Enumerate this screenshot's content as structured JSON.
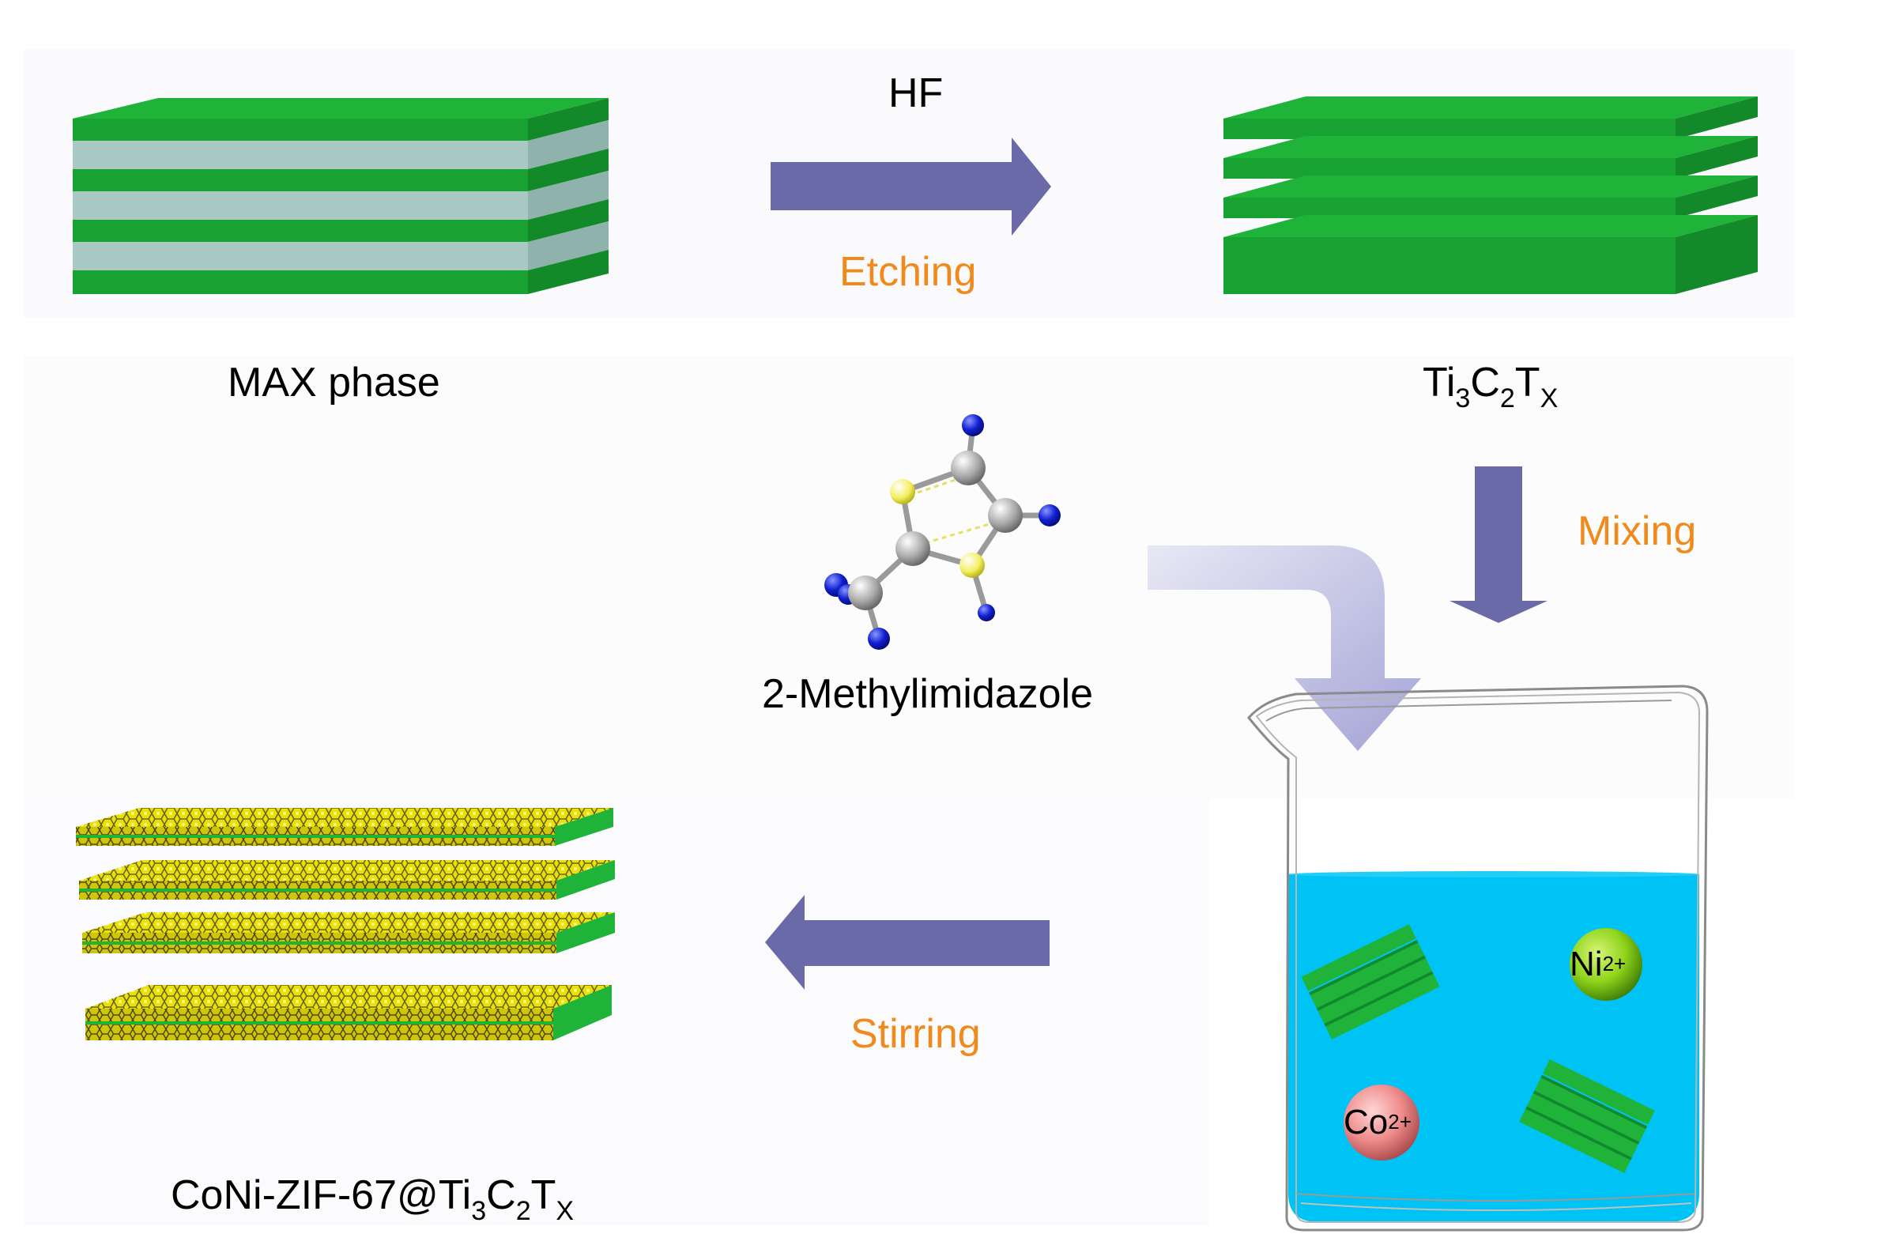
{
  "colors": {
    "sheet_green": "#1fb33a",
    "sheet_green_dark": "#138a2a",
    "interlayer_grey": "#a8c7c2",
    "arrow": "#6a6aa8",
    "step_label": "#f08a1c",
    "water": "#00c3f5",
    "zif_yellow": "#f2ea1a",
    "carbon_grey": "#a5a5a5",
    "nitrogen_blue": "#0a14c8",
    "sulfur_yellow": "#f4f06a",
    "ni_ion": "#8fd41a",
    "co_ion": "#f09090"
  },
  "steps": {
    "reagent_hf": "HF",
    "etching": "Etching",
    "mixing": "Mixing",
    "stirring": "Stirring"
  },
  "materials": {
    "max_phase": "MAX phase",
    "mxene": {
      "a": "Ti",
      "s1": "3",
      "b": "C",
      "s2": "2",
      "c": "T",
      "s3": "X"
    },
    "linker": "2-Methylimidazole",
    "composite": {
      "prefix": "CoNi-ZIF-67@Ti",
      "s1": "3",
      "b": "C",
      "s2": "2",
      "c": "T",
      "s3": "X"
    }
  },
  "ions": {
    "ni": {
      "symbol": "Ni",
      "charge": "2+"
    },
    "co": {
      "symbol": "Co",
      "charge": "2+"
    }
  }
}
